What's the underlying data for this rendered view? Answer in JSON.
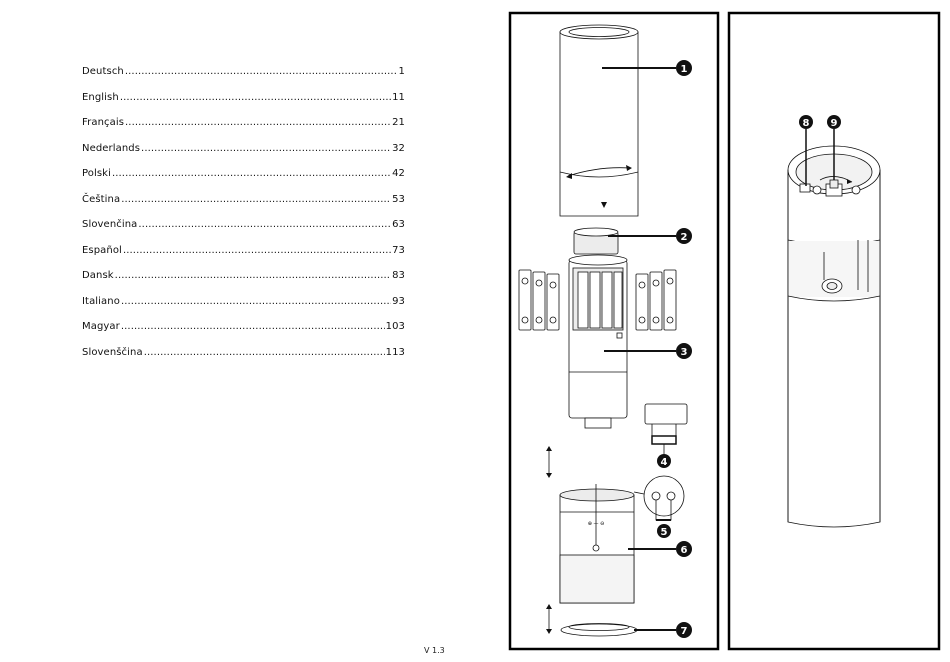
{
  "toc": [
    {
      "lang": "Deutsch",
      "page": "1"
    },
    {
      "lang": "English",
      "page": "11"
    },
    {
      "lang": "Français",
      "page": "21"
    },
    {
      "lang": "Nederlands",
      "page": "32"
    },
    {
      "lang": "Polski",
      "page": "42"
    },
    {
      "lang": "Čeština",
      "page": "53"
    },
    {
      "lang": "Slovenčina",
      "page": "63"
    },
    {
      "lang": "Español",
      "page": "73"
    },
    {
      "lang": "Dansk",
      "page": "83"
    },
    {
      "lang": "Italiano",
      "page": "93"
    },
    {
      "lang": "Magyar",
      "page": "103"
    },
    {
      "lang": "Slovenščina",
      "page": "113"
    }
  ],
  "version": "V 1.3",
  "callouts": {
    "c1": "1",
    "c2": "2",
    "c3": "3",
    "c4": "4",
    "c5": "5",
    "c6": "6",
    "c7": "7",
    "c8": "8",
    "c9": "9"
  },
  "colors": {
    "ink": "#111111",
    "body_shade": "#eeeeee",
    "frame": "#000000"
  }
}
